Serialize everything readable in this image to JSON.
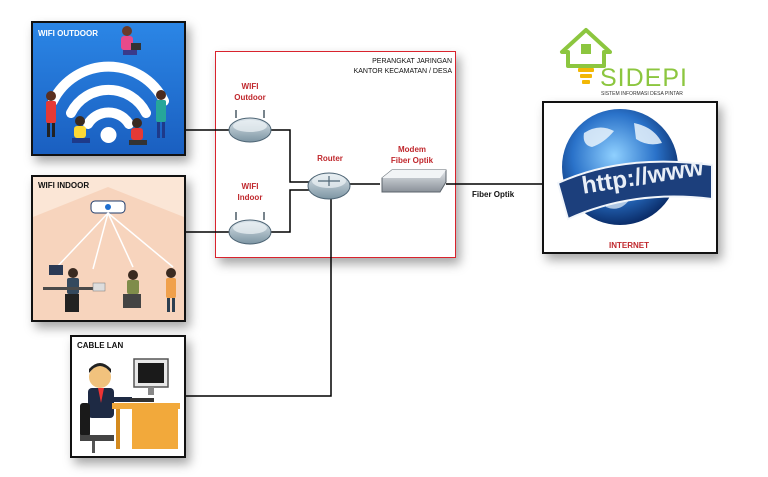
{
  "panels": {
    "wifi_outdoor": "WIFI OUTDOOR",
    "wifi_indoor": "WIFI INDOOR",
    "cable_lan": "CABLE LAN",
    "network_title_line1": "PERANGKAT JARINGAN",
    "network_title_line2": "KANTOR KECAMATAN / DESA",
    "internet": "INTERNET"
  },
  "devices": {
    "ap_outdoor_line1": "WIFI",
    "ap_outdoor_line2": "Outdoor",
    "ap_indoor_line1": "WIFI",
    "ap_indoor_line2": "Indoor",
    "router": "Router",
    "modem_line1": "Modem",
    "modem_line2": "Fiber Optik"
  },
  "links": {
    "fiber": "Fiber Optik"
  },
  "logo": {
    "name": "SIDEPI",
    "tagline": "SISTEM INFORMASI DESA PINTAR"
  },
  "globe": {
    "text": "http://www"
  },
  "colors": {
    "wifi_blue": "#1f6fd0",
    "network_border": "#d9232d",
    "logo_green": "#8cc63f",
    "logo_yellow": "#f2b705",
    "label_red": "#c0282d"
  }
}
